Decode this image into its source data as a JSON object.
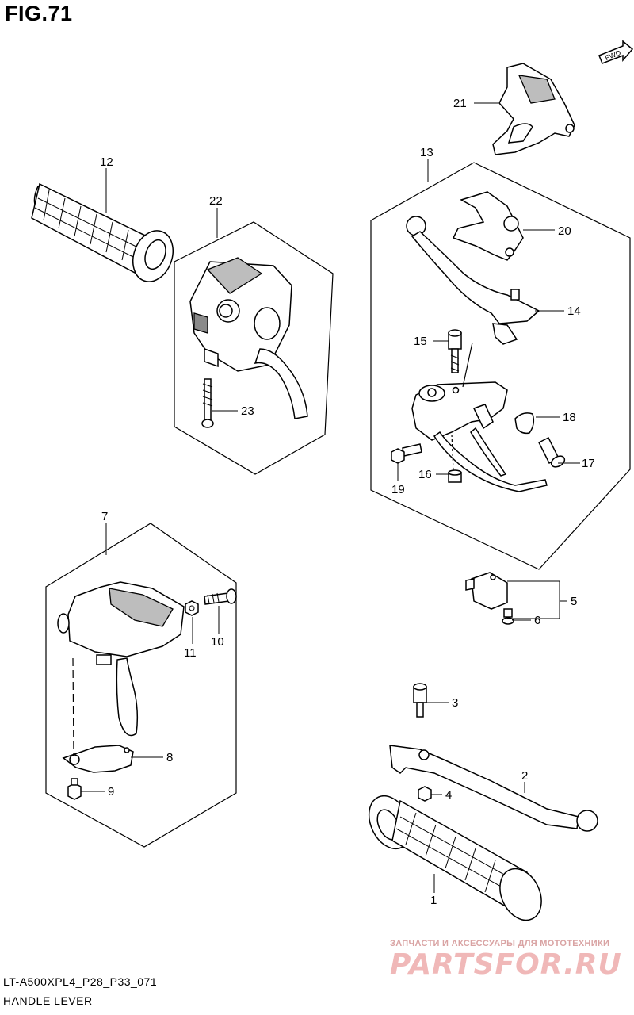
{
  "figure": {
    "title": "FIG.71"
  },
  "fwd_label": "FWD",
  "callouts": {
    "c1": "1",
    "c2": "2",
    "c3": "3",
    "c4": "4",
    "c5": "5",
    "c6": "6",
    "c7": "7",
    "c8": "8",
    "c9": "9",
    "c10": "10",
    "c11": "11",
    "c12": "12",
    "c13": "13",
    "c14": "14",
    "c15": "15",
    "c16": "16",
    "c17": "17",
    "c18": "18",
    "c19": "19",
    "c20": "20",
    "c21": "21",
    "c22": "22",
    "c23": "23"
  },
  "footer": {
    "code": "LT-A500XPL4_P28_P33_071",
    "name": "HANDLE LEVER"
  },
  "watermark": {
    "tagline": "ЗАПЧАСТИ И АКСЕССУАРЫ ДЛЯ МОТОТЕХНИКИ",
    "logo": "PARTSFOR.RU"
  }
}
